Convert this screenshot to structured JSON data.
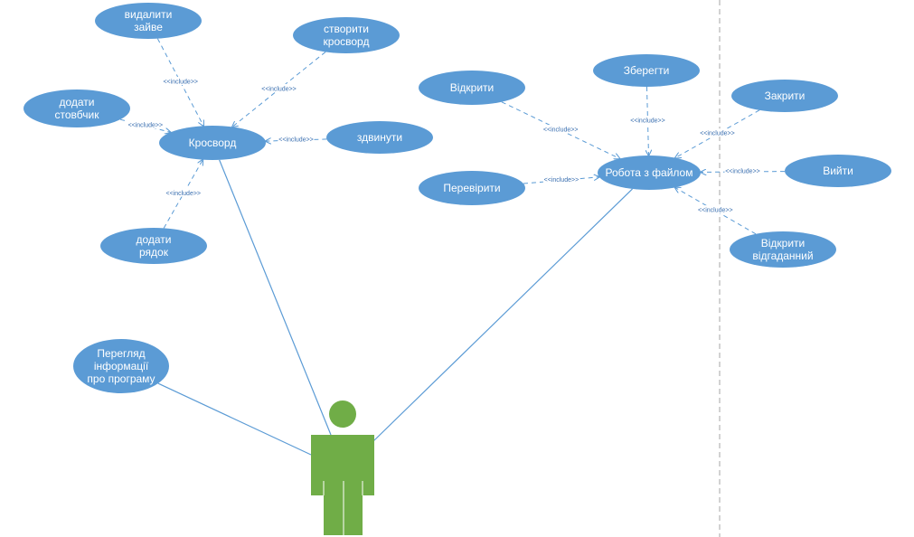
{
  "colors": {
    "usecase_fill": "#5b9bd5",
    "usecase_text": "#ffffff",
    "line": "#5b9bd5",
    "actor": "#70ad47",
    "include_text": "#3a6fb0",
    "boundary": "#a6a6a6"
  },
  "actor": {
    "icon": "stick-figure-actor-icon"
  },
  "use_cases": [
    {
      "id": "krosvord",
      "lines": [
        "Кросворд"
      ]
    },
    {
      "id": "vydalyty",
      "lines": [
        "видалити",
        "зайве"
      ]
    },
    {
      "id": "stvoryty",
      "lines": [
        "створити",
        "кросворд"
      ]
    },
    {
      "id": "dodaty_stovpchyk",
      "lines": [
        "додати",
        "стовбчик"
      ]
    },
    {
      "id": "zdvynuty",
      "lines": [
        "здвинути"
      ]
    },
    {
      "id": "dodaty_riadok",
      "lines": [
        "додати",
        "рядок"
      ]
    },
    {
      "id": "perehliad",
      "lines": [
        "Перегляд",
        "інформації",
        "про програму"
      ]
    },
    {
      "id": "robota",
      "lines": [
        "Робота з файлом"
      ]
    },
    {
      "id": "vidkryty",
      "lines": [
        "Відкрити"
      ]
    },
    {
      "id": "zberehty",
      "lines": [
        "Зберегти"
      ]
    },
    {
      "id": "zakryty",
      "lines": [
        "Закрити"
      ]
    },
    {
      "id": "pereviryty",
      "lines": [
        "Перевірити"
      ]
    },
    {
      "id": "vyity",
      "lines": [
        "Вийти"
      ]
    },
    {
      "id": "vidkryty_vid",
      "lines": [
        "Відкрити",
        "відгаданний"
      ]
    }
  ],
  "associations": [
    {
      "from": "actor",
      "to": "krosvord"
    },
    {
      "from": "actor",
      "to": "robota"
    },
    {
      "from": "actor",
      "to": "perehliad"
    }
  ],
  "includes": [
    {
      "from": "vydalyty",
      "to": "krosvord",
      "label": "<<include>>"
    },
    {
      "from": "stvoryty",
      "to": "krosvord",
      "label": "<<include>>"
    },
    {
      "from": "dodaty_stovpchyk",
      "to": "krosvord",
      "label": "<<include>>"
    },
    {
      "from": "zdvynuty",
      "to": "krosvord",
      "label": "<<include>>"
    },
    {
      "from": "dodaty_riadok",
      "to": "krosvord",
      "label": "<<include>>"
    },
    {
      "from": "vidkryty",
      "to": "robota",
      "label": "<<include>>"
    },
    {
      "from": "zberehty",
      "to": "robota",
      "label": "<<include>>"
    },
    {
      "from": "zakryty",
      "to": "robota",
      "label": "<<include>>"
    },
    {
      "from": "pereviryty",
      "to": "robota",
      "label": "<<include>>"
    },
    {
      "from": "vyity",
      "to": "robota",
      "label": "<<include>>"
    },
    {
      "from": "vidkryty_vid",
      "to": "robota",
      "label": "<<include>>"
    }
  ]
}
